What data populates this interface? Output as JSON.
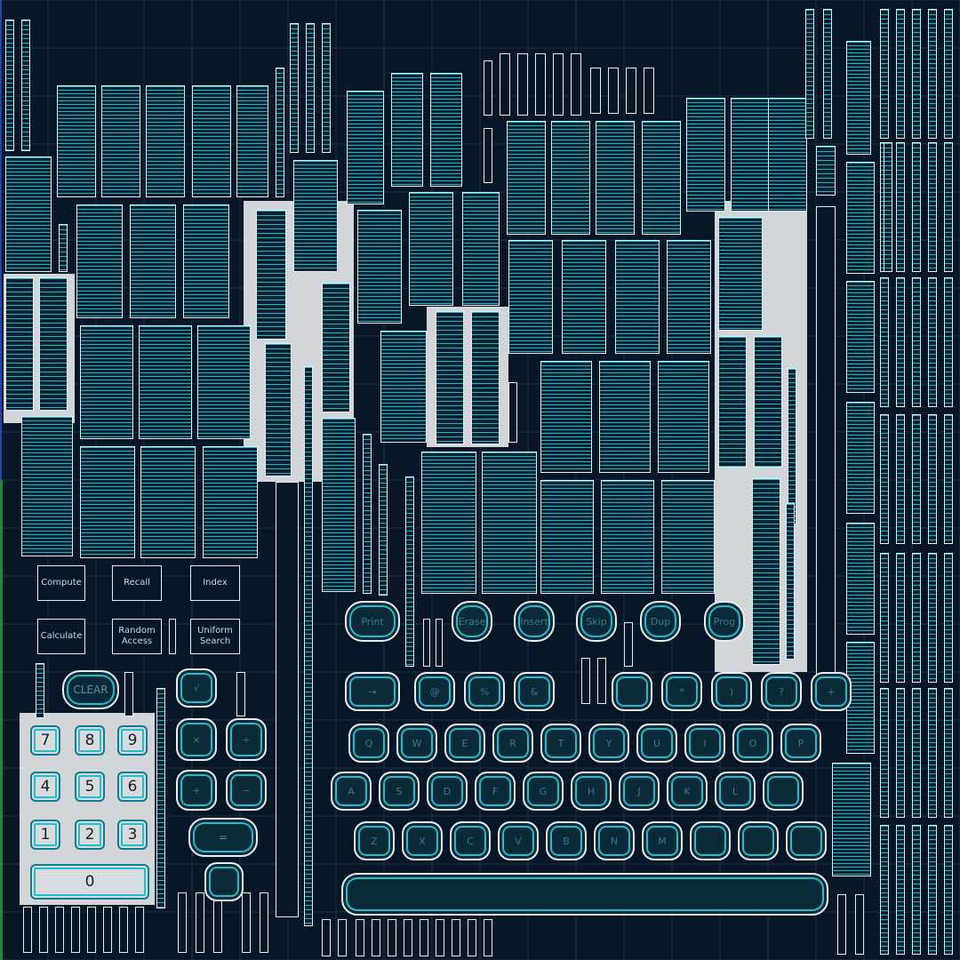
{
  "palette": {
    "background": "#061626",
    "outline": "#e9eef2",
    "stripe": "#16b9cc",
    "patch": "#d3d6d8"
  },
  "function_buttons": [
    {
      "name": "compute-button",
      "label": "Compute"
    },
    {
      "name": "recall-button",
      "label": "Recall"
    },
    {
      "name": "index-button",
      "label": "Index"
    },
    {
      "name": "calculate-button",
      "label": "Calculate"
    },
    {
      "name": "random-access-button",
      "label": "Random\nAccess"
    },
    {
      "name": "uniform-search-button",
      "label": "Uniform\nSearch"
    }
  ],
  "clear_key": {
    "label": "CLEAR"
  },
  "top_keys": [
    {
      "name": "print-key",
      "label": "Print"
    },
    {
      "name": "erase-key",
      "label": "Erase"
    },
    {
      "name": "insert-key",
      "label": "Insert"
    },
    {
      "name": "skip-key",
      "label": "Skip"
    },
    {
      "name": "dup-key",
      "label": "Dup"
    },
    {
      "name": "prog-key",
      "label": "Prog"
    }
  ],
  "numpad": [
    "7",
    "8",
    "9",
    "4",
    "5",
    "6",
    "1",
    "2",
    "3"
  ],
  "zero_key": {
    "label": "0"
  },
  "operators": [
    "√",
    "×",
    "÷",
    "+",
    "−"
  ],
  "equals_key": {
    "label": "="
  },
  "keyboard_rows": [
    [
      "→",
      "@",
      "%",
      "&",
      "",
      "*",
      ")",
      "?",
      "+"
    ],
    [
      "Q",
      "W",
      "E",
      "R",
      "T",
      "Y",
      "U",
      "I",
      "O",
      "P"
    ],
    [
      "A",
      "S",
      "D",
      "F",
      "G",
      "H",
      "J",
      "K",
      "L",
      ""
    ],
    [
      "Z",
      "X",
      "C",
      "V",
      "B",
      "N",
      "M",
      "",
      "",
      ""
    ]
  ]
}
